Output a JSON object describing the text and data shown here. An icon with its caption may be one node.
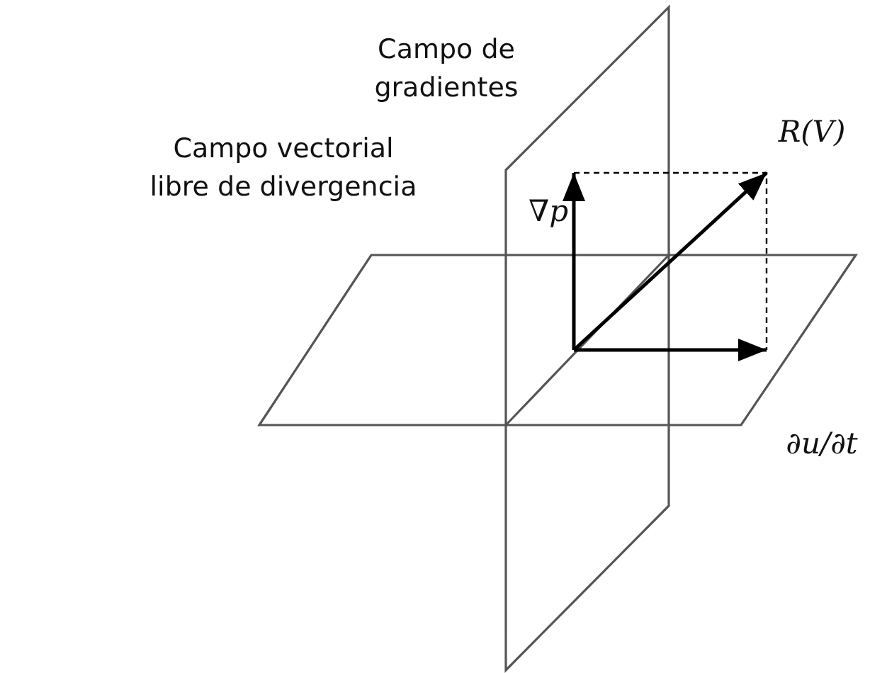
{
  "diagram": {
    "labels": [
      "Campo de gradientes",
      "Campo vectorial libre de divergencia",
      "∇p",
      "R(V)",
      "∂u/∂t"
    ]
  }
}
